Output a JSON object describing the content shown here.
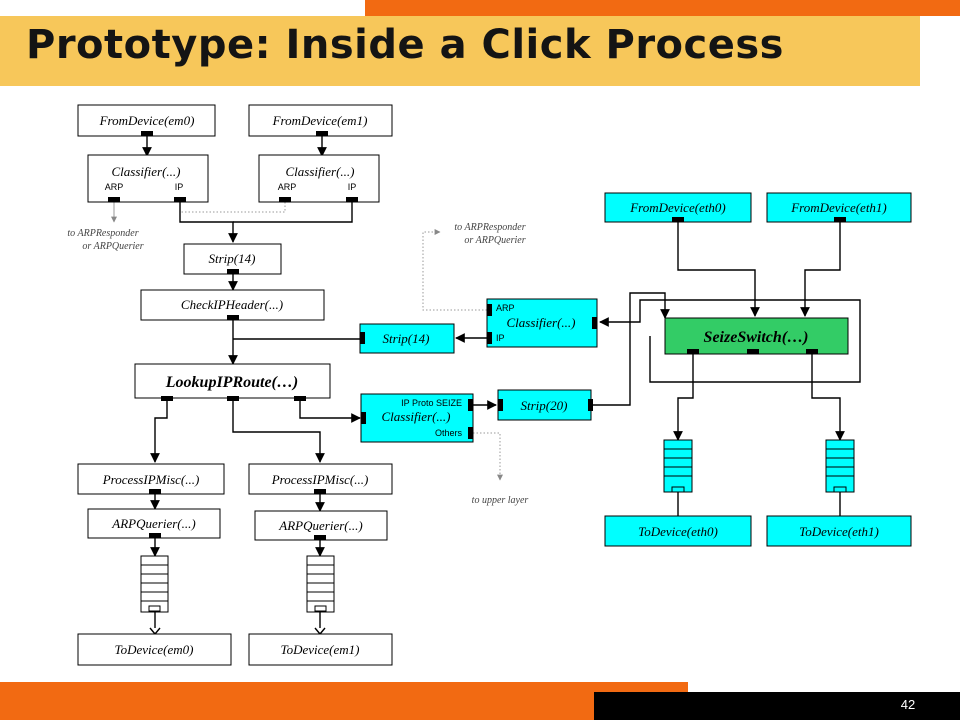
{
  "slide": {
    "title": "Prototype: Inside a Click Process",
    "page_number": "42",
    "colors": {
      "accent_orange": "#f26a12",
      "title_band": "#f7c75a",
      "cyan_box": "#00ffff",
      "green_box": "#33cc66"
    }
  },
  "left": {
    "from_em0": "FromDevice(em0)",
    "from_em1": "FromDevice(em1)",
    "classifier_a": "Classifier(...)",
    "classifier_b": "Classifier(...)",
    "port_arp": "ARP",
    "port_ip": "IP",
    "note_arp_1": "to ARPResponder",
    "note_arp_2": "or ARPQuerier",
    "strip": "Strip(14)",
    "checkip": "CheckIPHeader(...)",
    "lookup": "LookupIPRoute(…)",
    "procmisc_a": "ProcessIPMisc(...)",
    "procmisc_b": "ProcessIPMisc(...)",
    "arpq_a": "ARPQuerier(...)",
    "arpq_b": "ARPQuerier(...)",
    "to_em0": "ToDevice(em0)",
    "to_em1": "ToDevice(em1)"
  },
  "middle": {
    "strip14": "Strip(14)",
    "classifier_arp_ip": "Classifier(...)",
    "port_arp": "ARP",
    "port_ip": "IP",
    "note_arp_1": "to ARPResponder",
    "note_arp_2": "or ARPQuerier",
    "classifier_seize": "Classifier(...)",
    "port_ipproto": "IP Proto SEIZE",
    "port_others": "Others",
    "strip20": "Strip(20)",
    "note_upper": "to upper layer"
  },
  "right": {
    "from_eth0": "FromDevice(eth0)",
    "from_eth1": "FromDevice(eth1)",
    "seize": "SeizeSwitch(…)",
    "to_eth0": "ToDevice(eth0)",
    "to_eth1": "ToDevice(eth1)"
  }
}
